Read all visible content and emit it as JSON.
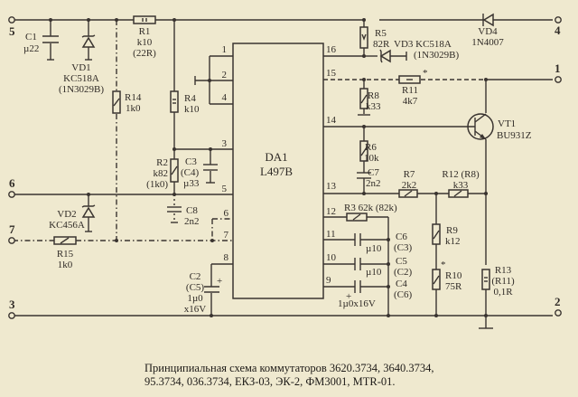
{
  "chip": {
    "ref": "DA1",
    "part": "L497B",
    "pins": [
      "1",
      "2",
      "4",
      "3",
      "5",
      "6",
      "7",
      "8",
      "16",
      "15",
      "14",
      "13",
      "12",
      "11",
      "10",
      "9"
    ]
  },
  "terminals": [
    "5",
    "4",
    "1",
    "6",
    "7",
    "3",
    "2"
  ],
  "components": {
    "C1": [
      "C1",
      "µ22"
    ],
    "VD1": [
      "VD1",
      "KC518A",
      "(1N3029B)"
    ],
    "R1": [
      "R1",
      "k10",
      "(22R)"
    ],
    "R14": [
      "R14",
      "1k0"
    ],
    "R4": [
      "R4",
      "k10"
    ],
    "R2": [
      "R2",
      "k82",
      "(1k0)"
    ],
    "C3": [
      "C3",
      "(C4)",
      "µ33"
    ],
    "C8": [
      "C8",
      "2n2"
    ],
    "VD2": [
      "VD2",
      "KC456A"
    ],
    "R15": [
      "R15",
      "1k0"
    ],
    "C2": [
      "C2",
      "(C5)",
      "1µ0",
      "x16V"
    ],
    "R5": [
      "R5",
      "82R"
    ],
    "VD3": [
      "VD3  KC518A",
      "(1N3029B)"
    ],
    "VD4": [
      "VD4",
      "1N4007"
    ],
    "R11": [
      "R11",
      "4k7"
    ],
    "R8": [
      "R8",
      "k33"
    ],
    "VT1": [
      "VT1",
      "BU931Z"
    ],
    "R6": [
      "R6",
      "10k"
    ],
    "C7": [
      "C7",
      "2n2"
    ],
    "R7": [
      "R7",
      "2k2"
    ],
    "R12": [
      "R12 (R8)",
      "k33"
    ],
    "R3": [
      "R3  62k (82k)"
    ],
    "C6": [
      "C6",
      "(C3)"
    ],
    "C5": [
      "C5",
      "(C2)"
    ],
    "C4": [
      "C4",
      "(C6)"
    ],
    "C_11": [
      "µ10"
    ],
    "C_10": [
      "µ10"
    ],
    "C_9": [
      "1µ0x16V"
    ],
    "R9": [
      "R9",
      "k12"
    ],
    "R10": [
      "R10",
      "75R"
    ],
    "R13": [
      "R13",
      "(R11)",
      "0,1R"
    ]
  },
  "marks": {
    "star": "*",
    "plus": "+"
  },
  "caption": {
    "line1": "Принципиальная схема коммутаторов 3620.3734, 3640.3734,",
    "line2": "95.3734, 036.3734, ЕКЗ-03, ЭК-2, ФМ3001, MTR-01."
  }
}
